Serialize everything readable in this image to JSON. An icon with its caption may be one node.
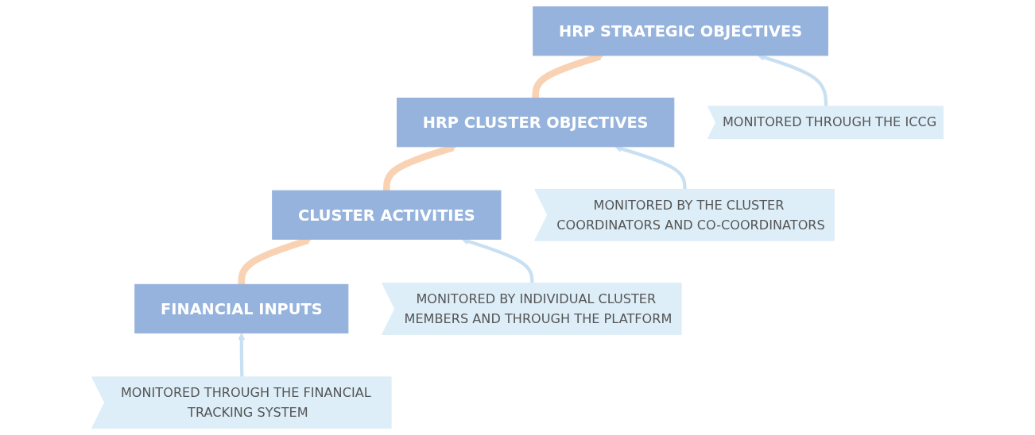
{
  "diagram": {
    "nodes": [
      {
        "text": [
          "HRP STRATEGIC OBJECTIVES"
        ]
      },
      {
        "text": [
          "MONITORED THROUGH THE ICCG"
        ]
      },
      {
        "text": [
          "HRP CLUSTER OBJECTIVES"
        ]
      },
      {
        "text": [
          "MONITORED BY THE CLUSTER COORDINATORS AND CO-COORDINATORS"
        ]
      },
      {
        "text": [
          "CLUSTER ACTIVITIES"
        ]
      },
      {
        "text": [
          "MONITORED BY INDIVIDUAL CLUSTER MEMBERS AND THROUGH THE PLATFORM"
        ]
      },
      {
        "text": [
          "FINANCIAL INPUTS"
        ]
      },
      {
        "text": [
          "MONITORED THROUGH THE FINANCIAL TRACKING SYSTEM"
        ]
      }
    ],
    "edges": [
      {
        "from": 2,
        "to": 0,
        "arrow": "to",
        "style": "thick",
        "color": "#f9d2b3"
      },
      {
        "from": 4,
        "to": 2,
        "arrow": "to",
        "style": "thick",
        "color": "#f9d2b3"
      },
      {
        "from": 6,
        "to": 4,
        "arrow": "to",
        "style": "thick",
        "color": "#f9d2b3"
      },
      {
        "from": 1,
        "to": 0,
        "arrow": "to"
      },
      {
        "from": 3,
        "to": 2,
        "arrow": "to"
      },
      {
        "from": 5,
        "to": 4,
        "arrow": "to"
      },
      {
        "from": 7,
        "to": 6,
        "arrow": "to"
      }
    ]
  }
}
